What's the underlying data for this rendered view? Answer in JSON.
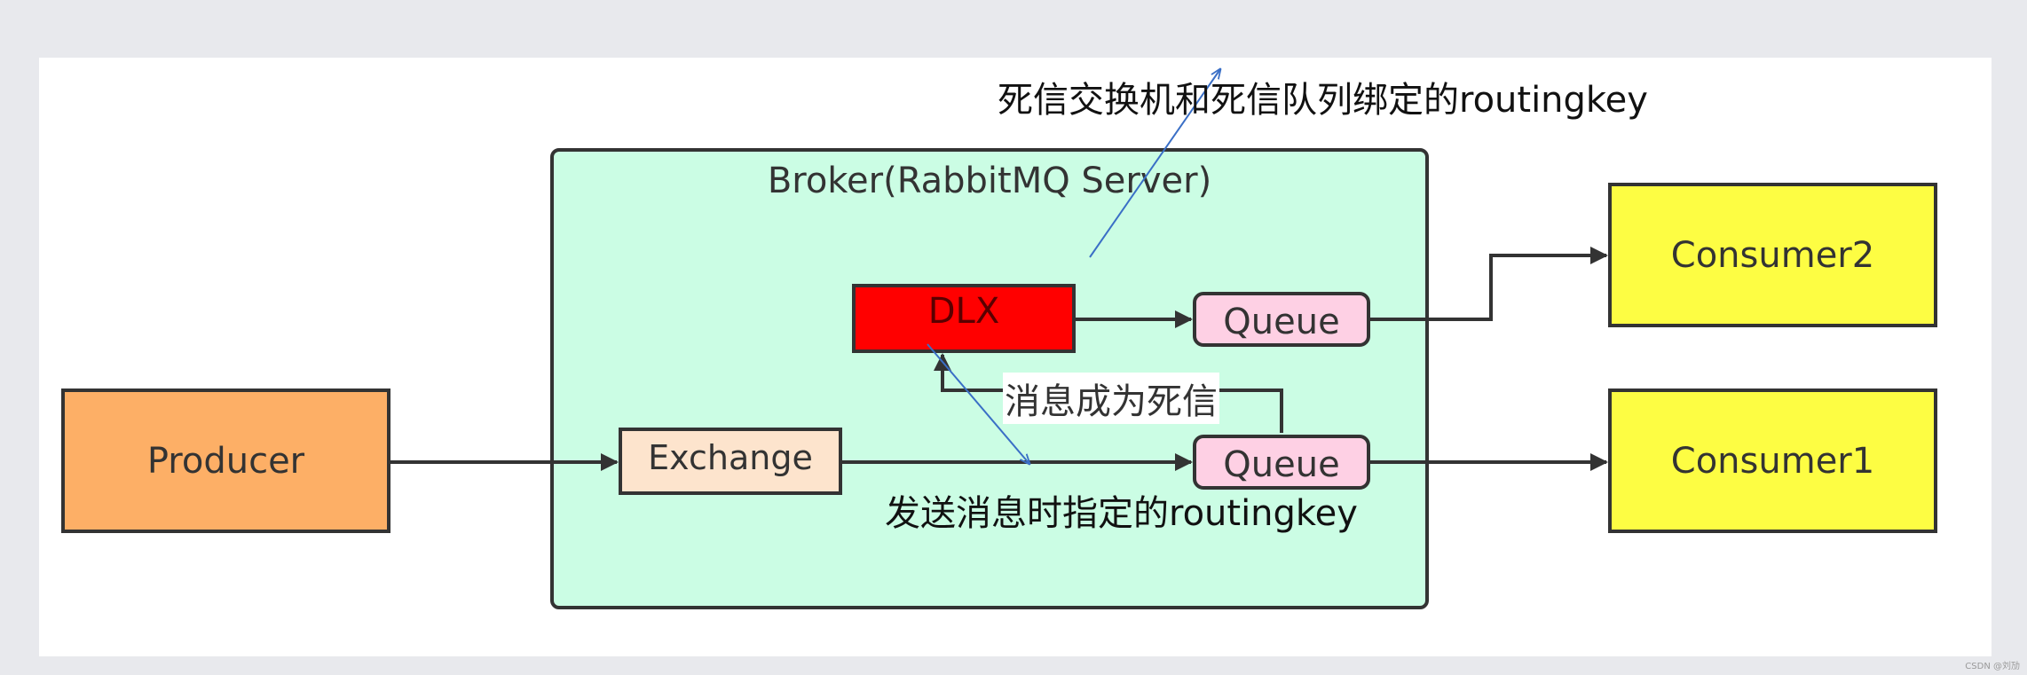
{
  "nodes": {
    "producer": "Producer",
    "broker": "Broker(RabbitMQ Server)",
    "exchange": "Exchange",
    "dlx": "DLX",
    "queue_top": "Queue",
    "queue_bottom": "Queue",
    "consumer2": "Consumer2",
    "consumer1": "Consumer1"
  },
  "labels": {
    "dead_letter": "消息成为死信",
    "dlx_binding": "死信交换机和死信队列绑定的routingkey",
    "send_routing": "发送消息时指定的routingkey"
  },
  "watermark": "CSDN @刘劢",
  "colors": {
    "producer": "#fdaf66",
    "broker": "#cbfde4",
    "exchange": "#fde4cd",
    "dlx": "#ff0000",
    "queue": "#fed0e4",
    "consumer": "#fdfd43",
    "annotation_line": "#3a6fc6"
  }
}
